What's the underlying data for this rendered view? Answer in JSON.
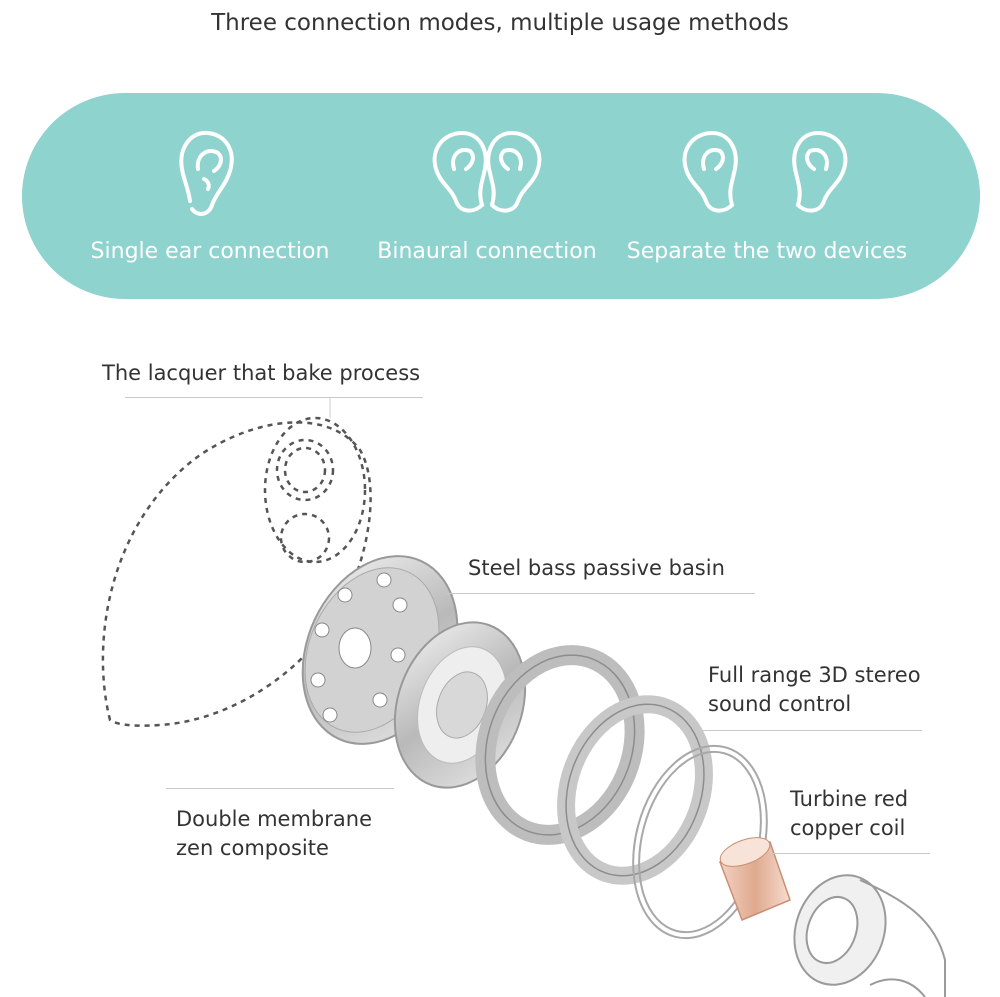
{
  "header": {
    "title": "Three connection modes, multiple usage methods"
  },
  "modes": [
    {
      "label": "Single ear connection",
      "icon": "single-ear-icon"
    },
    {
      "label": "Binaural connection",
      "icon": "two-ears-icon"
    },
    {
      "label": "Separate the two devices",
      "icon": "separate-ears-icon"
    }
  ],
  "callouts": {
    "lacquer": "The lacquer that bake process",
    "steel": "Steel bass passive basin",
    "fullrange_1": "Full range 3D stereo",
    "fullrange_2": "sound control",
    "membrane_1": "Double membrane",
    "membrane_2": "zen composite",
    "coil_1": "Turbine red",
    "coil_2": "copper coil"
  },
  "colors": {
    "accent": "#8fd3cf",
    "text": "#333333"
  }
}
